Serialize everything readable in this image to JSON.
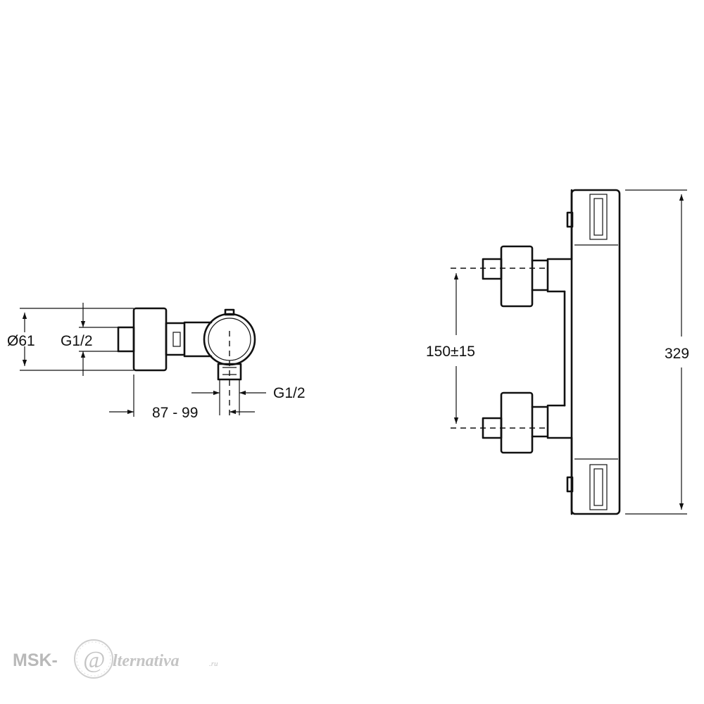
{
  "side_view": {
    "diameter_label": "Ø61",
    "inlet_thread_label": "G1/2",
    "outlet_thread_label": "G1/2",
    "projection_label": "87 - 99"
  },
  "front_view": {
    "center_distance_label": "150±15",
    "height_label": "329"
  },
  "watermark": {
    "brand_left": "MSK-",
    "brand_right": "lternativa",
    "brand_suffix": ".ru"
  }
}
